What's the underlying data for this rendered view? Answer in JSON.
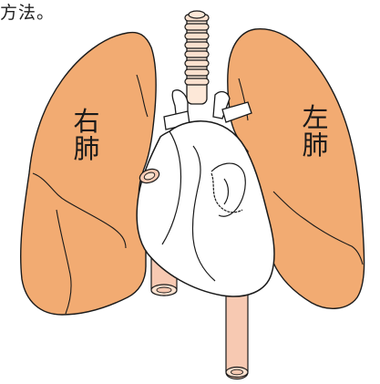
{
  "caption": "方法。",
  "labels": {
    "right_lung": [
      "右",
      "肺"
    ],
    "left_lung": [
      "左",
      "肺"
    ]
  },
  "colors": {
    "lung_fill": "#f2ab72",
    "trachea_fill": "#fde8d8",
    "vessel_fill": "#f7c9b2",
    "heart_fill": "#ffffff",
    "outline": "#1a1a1a"
  }
}
